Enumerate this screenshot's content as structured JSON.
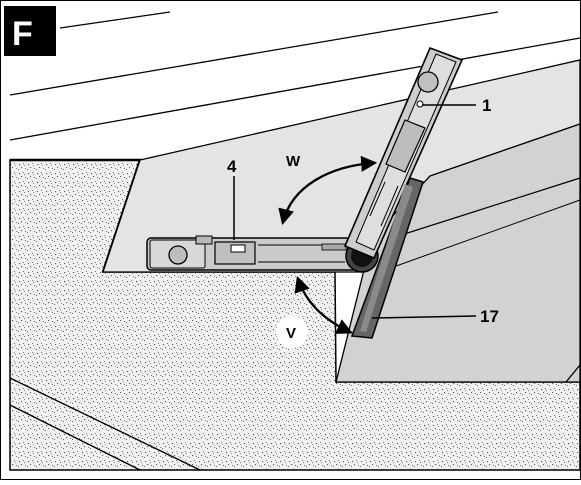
{
  "figure": {
    "letter": "F",
    "labels": {
      "tool_arm": "1",
      "tool_base": "4",
      "contact_edge": "17",
      "angle_w": "W",
      "angle_v": "V"
    }
  },
  "colors": {
    "stipple_fill": "#efefef",
    "gray_surface": "#d6d6d6",
    "tool_body": "#c4c4c4",
    "ink": "#000000",
    "badge_background": "#000000"
  }
}
